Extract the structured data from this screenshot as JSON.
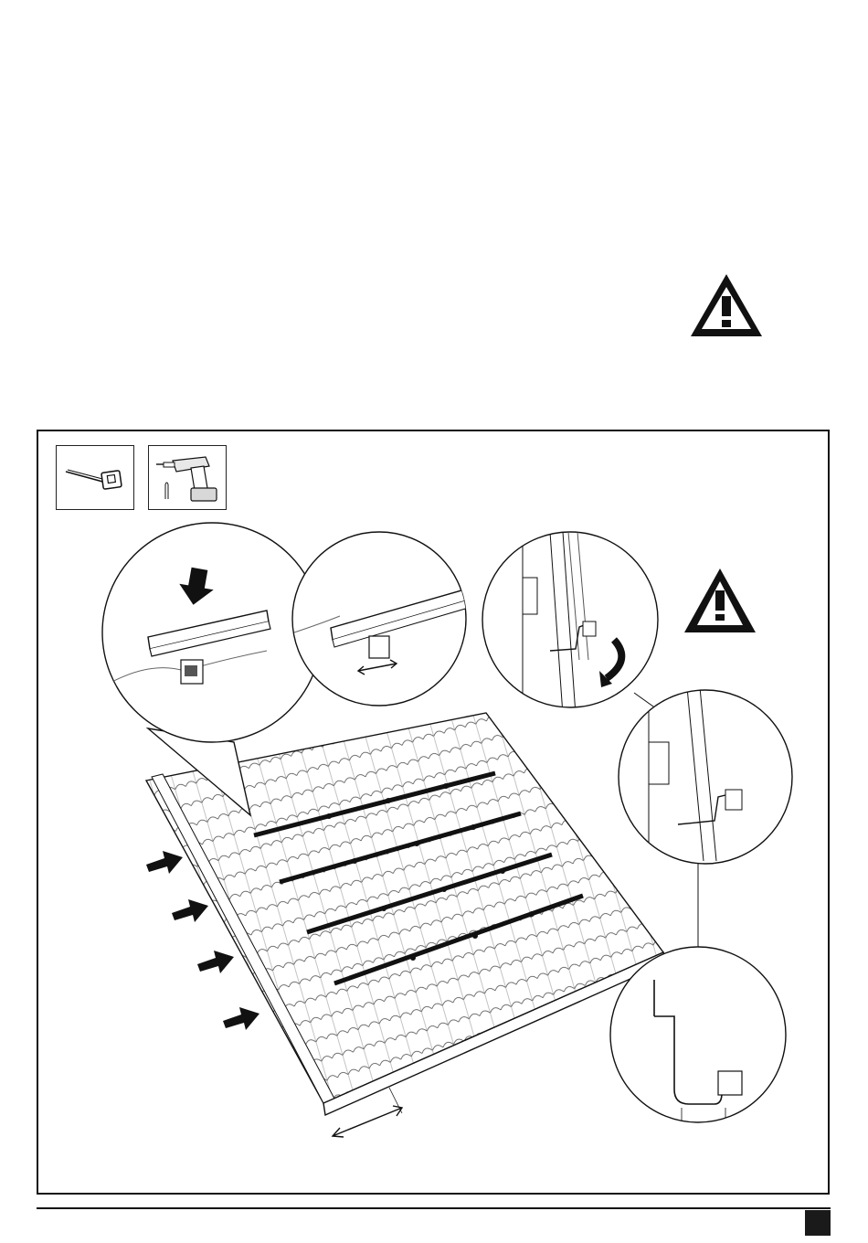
{
  "page": {
    "warning_icon": "warning-triangle-icon",
    "tools": [
      {
        "icon": "tape-measure-icon"
      },
      {
        "icon": "cordless-drill-icon"
      }
    ],
    "illustration": {
      "subject": "roof-mounting-rails-on-tiled-roof",
      "detail_views": [
        "rail-press-detail",
        "rail-spacing-detail",
        "hook-rotate-detail",
        "hook-seated-detail",
        "hook-width-detail"
      ],
      "rail_count": 4,
      "arrow_count": 4
    },
    "colors": {
      "ink": "#111111",
      "background": "#ffffff"
    }
  }
}
